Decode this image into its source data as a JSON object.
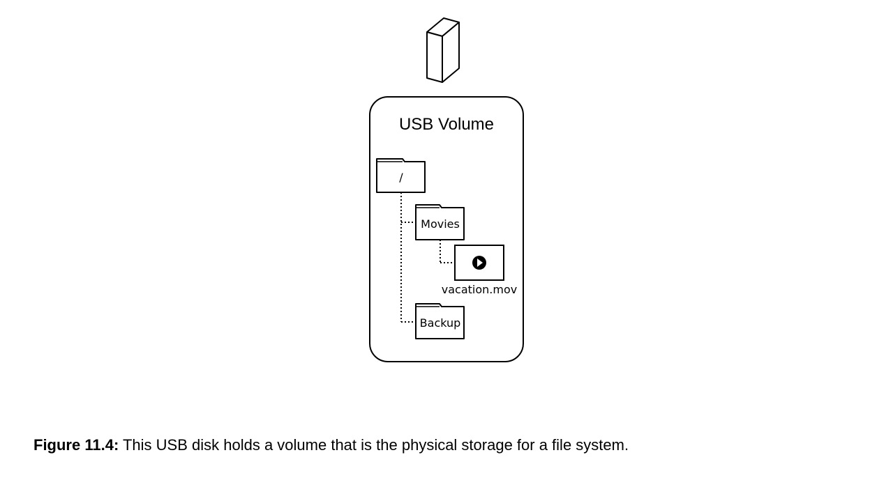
{
  "diagram": {
    "volume_title": "USB Volume",
    "root_label": "/",
    "movies_label": "Movies",
    "file_label": "vacation.mov",
    "backup_label": "Backup",
    "icons": [
      "usb-disk-icon",
      "folder-icon",
      "movie-file-icon",
      "play-icon"
    ]
  },
  "caption": {
    "label": "Figure 11.4:",
    "text": " This USB disk holds a volume that is the physical storage for a file system."
  }
}
